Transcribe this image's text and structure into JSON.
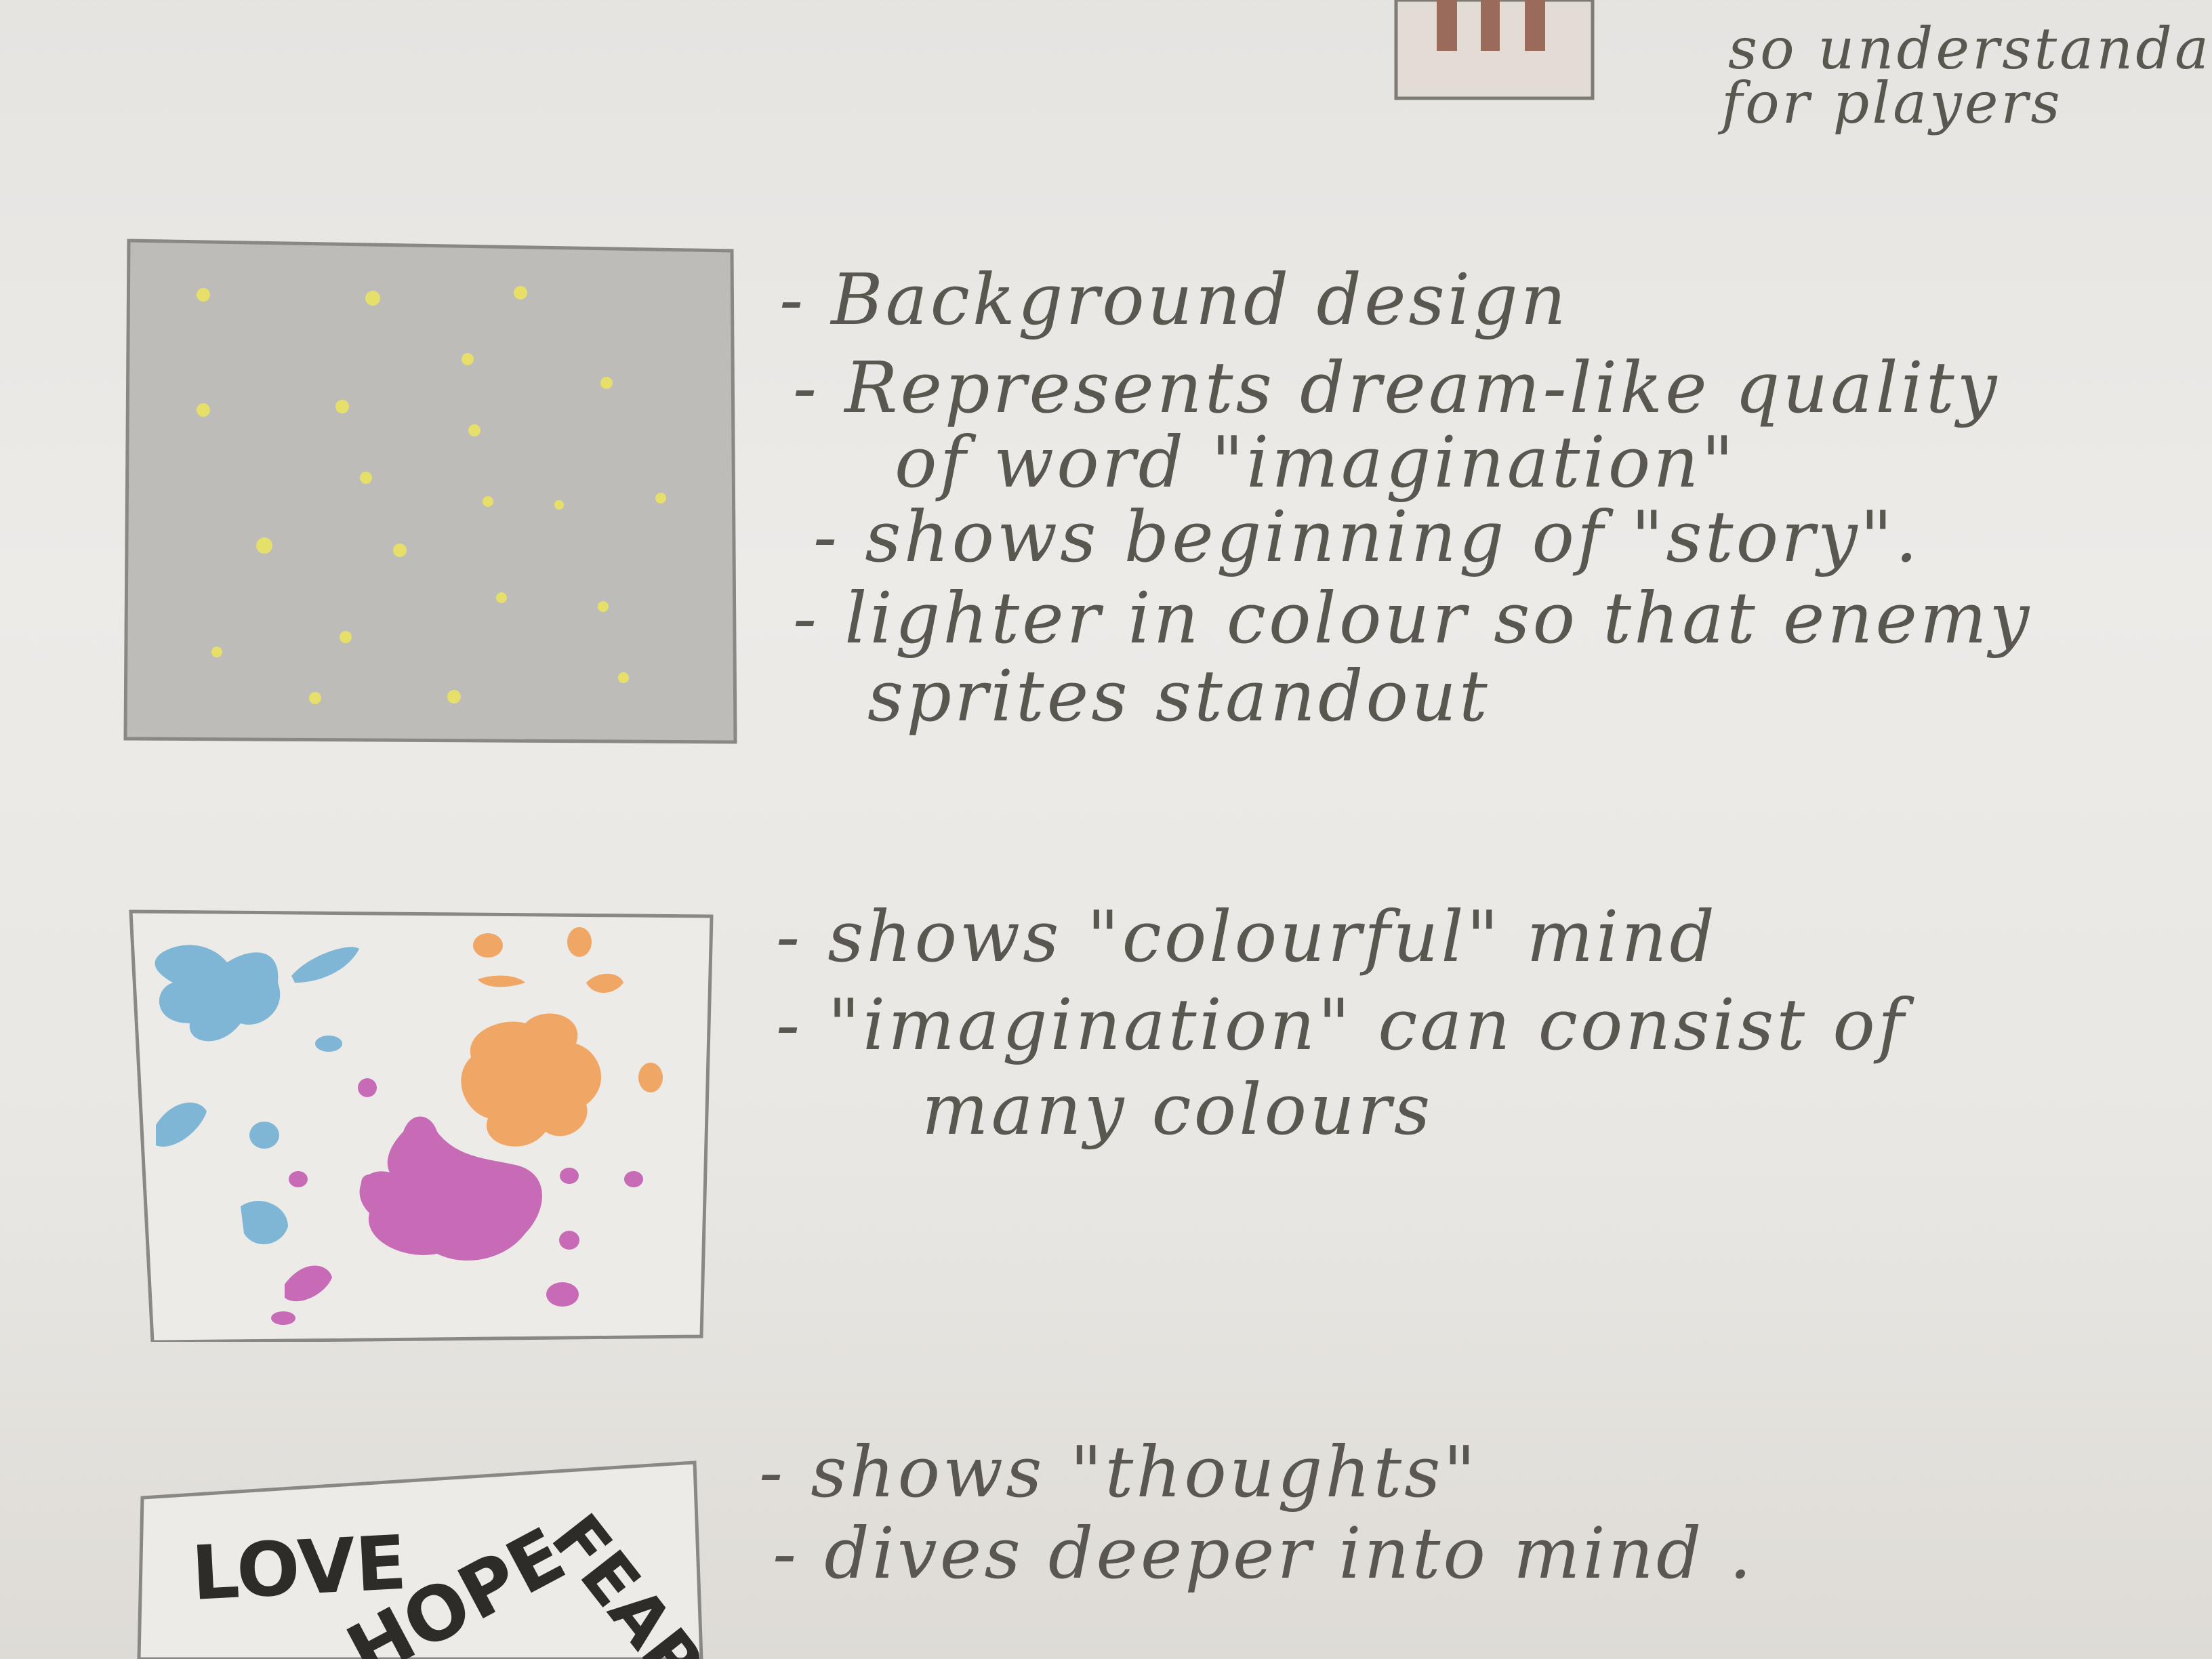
{
  "top_note": {
    "lines": [
      "so understandable",
      "for players"
    ]
  },
  "section_background": {
    "lines": [
      "- Background design",
      "- Represents dream-like quality",
      "of word \"imagination\"",
      "- shows beginning of \"story\".",
      "- lighter in colour so that enemy",
      "sprites standout"
    ]
  },
  "section_colourful": {
    "lines": [
      "- shows \"colourful\" mind",
      "- \"imagination\" can consist of",
      "many colours"
    ]
  },
  "section_thoughts": {
    "lines": [
      "- shows \"thoughts\"",
      "- dives deeper into mind ."
    ],
    "box_words": [
      "LOVE",
      "HOPE",
      "FEAR"
    ]
  },
  "colors": {
    "pencil": "#5a5650",
    "grey_fill": "#bdbcb9",
    "yellow_dot": "#e6e06a",
    "blue_splat": "#7fb6d6",
    "orange_splat": "#f0a766",
    "pink_splat": "#c86bb6",
    "brown_sketch": "#b08a78"
  }
}
